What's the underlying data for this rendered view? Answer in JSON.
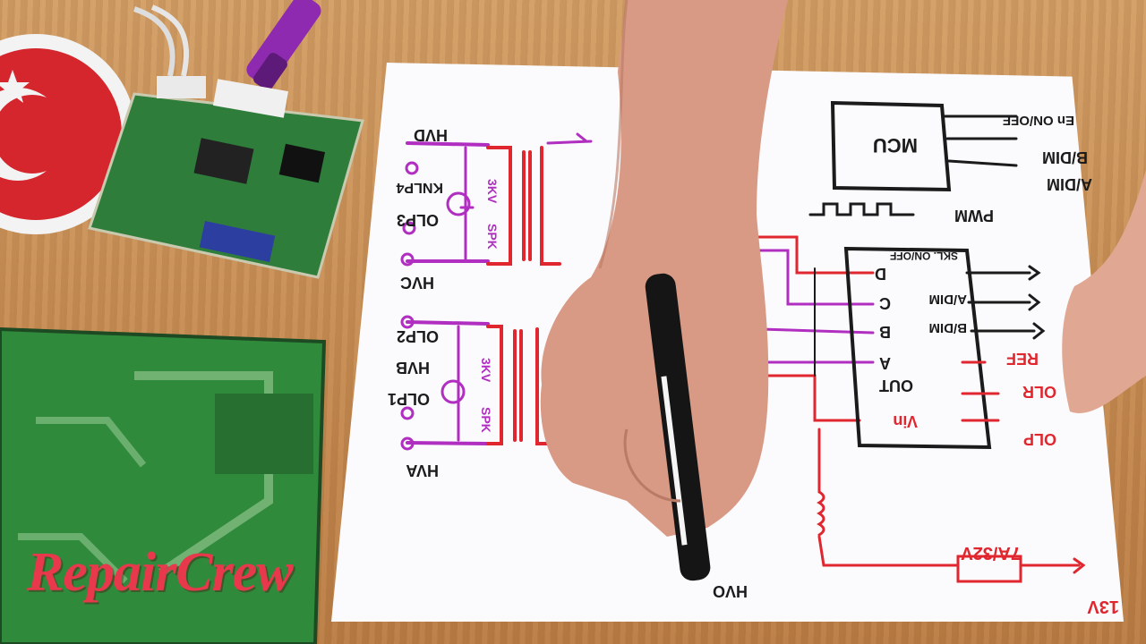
{
  "diagram": {
    "labels_left": [
      "HVD",
      "KNLP4",
      "OLP3",
      "HVC",
      "OLP2",
      "HVB",
      "OLP1",
      "HVA"
    ],
    "labels_right": [
      "En ON/OFF",
      "B/DIM",
      "A/DIM",
      "PWM",
      "MCU"
    ],
    "ic_pins": [
      "D",
      "C",
      "B",
      "A",
      "OUT",
      "Vin"
    ],
    "ic_signals": [
      "SKL. ON/OFF",
      "A/DIM",
      "B/DIM",
      "REF",
      "OLR",
      "OLP"
    ],
    "transformer_labels": [
      "3KV",
      "SPK",
      "3KV",
      "SPK"
    ],
    "bottom_labels": [
      "HVO",
      "7A/32V",
      "13V"
    ]
  },
  "watermark": "RepairCrew",
  "colors": {
    "ink_black": "#1b1b1b",
    "ink_red": "#e0262e",
    "ink_purple": "#b02fc0",
    "pcb_green": "#2f8a3c",
    "table_wood": "#c9915a"
  }
}
